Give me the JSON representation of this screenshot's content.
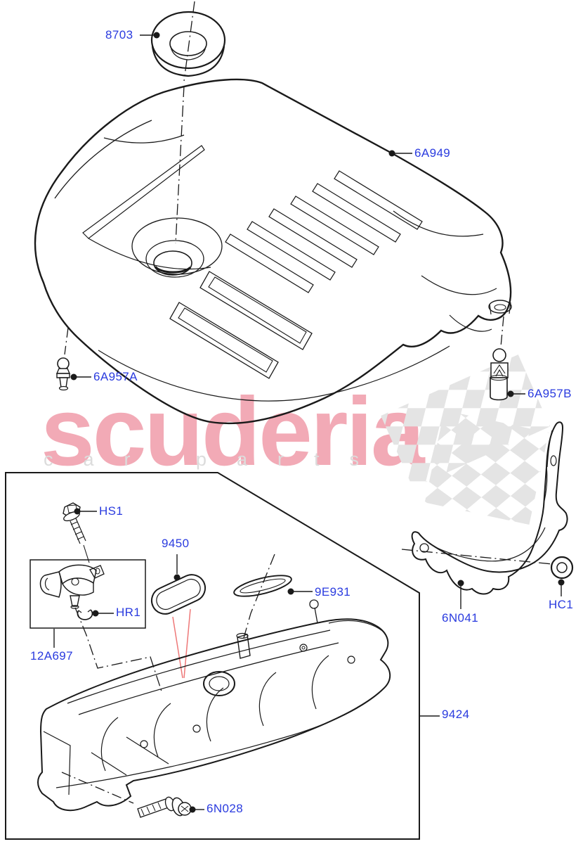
{
  "watermark": {
    "primary": "scuderia",
    "secondary": "car parts"
  },
  "colors": {
    "label_blue": "#2a3bdf",
    "line_black": "#1a1a1a",
    "arrow_red": "#ee7878",
    "watermark_pink": "#f2aab6",
    "watermark_gray": "#dcdcdc",
    "checker_gray": "#e4e4e4"
  },
  "parts": [
    {
      "label": "8703"
    },
    {
      "label": "6A949"
    },
    {
      "label": "6A957A"
    },
    {
      "label": "6A957B"
    },
    {
      "label": "HS1"
    },
    {
      "label": "9450"
    },
    {
      "label": "9E931"
    },
    {
      "label": "HR1"
    },
    {
      "label": "12A697"
    },
    {
      "label": "6N041"
    },
    {
      "label": "HC1"
    },
    {
      "label": "9424"
    },
    {
      "label": "6N028"
    }
  ]
}
